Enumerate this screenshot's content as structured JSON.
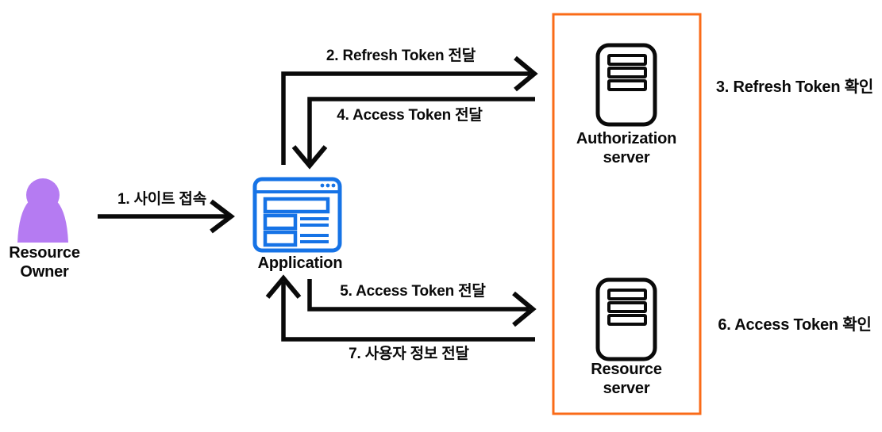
{
  "colors": {
    "background": "#ffffff",
    "ink": "#0a0a0a",
    "purple": "#b57bf2",
    "blue": "#1673e6",
    "orange": "#fa6b18"
  },
  "nodes": {
    "resource_owner": {
      "label": "Resource\nOwner",
      "icon": "person-icon"
    },
    "application": {
      "label": "Application",
      "icon": "browser-icon"
    },
    "authorization_server": {
      "label": "Authorization\nserver",
      "icon": "server-icon"
    },
    "resource_server": {
      "label": "Resource\nserver",
      "icon": "server-icon"
    }
  },
  "flows": [
    {
      "id": 1,
      "label": "1. 사이트 접속",
      "from": "resource_owner",
      "to": "application",
      "type": "arrow"
    },
    {
      "id": 2,
      "label": "2. Refresh Token 전달",
      "from": "application",
      "to": "authorization_server",
      "type": "arrow"
    },
    {
      "id": 3,
      "label": "3. Refresh Token 확인",
      "at": "authorization_server",
      "type": "annotation"
    },
    {
      "id": 4,
      "label": "4. Access Token 전달",
      "from": "authorization_server",
      "to": "application",
      "type": "arrow"
    },
    {
      "id": 5,
      "label": "5. Access Token 전달",
      "from": "application",
      "to": "resource_server",
      "type": "arrow"
    },
    {
      "id": 6,
      "label": "6. Access Token 확인",
      "at": "resource_server",
      "type": "annotation"
    },
    {
      "id": 7,
      "label": "7. 사용자 정보 전달",
      "from": "resource_server",
      "to": "application",
      "type": "arrow"
    }
  ]
}
